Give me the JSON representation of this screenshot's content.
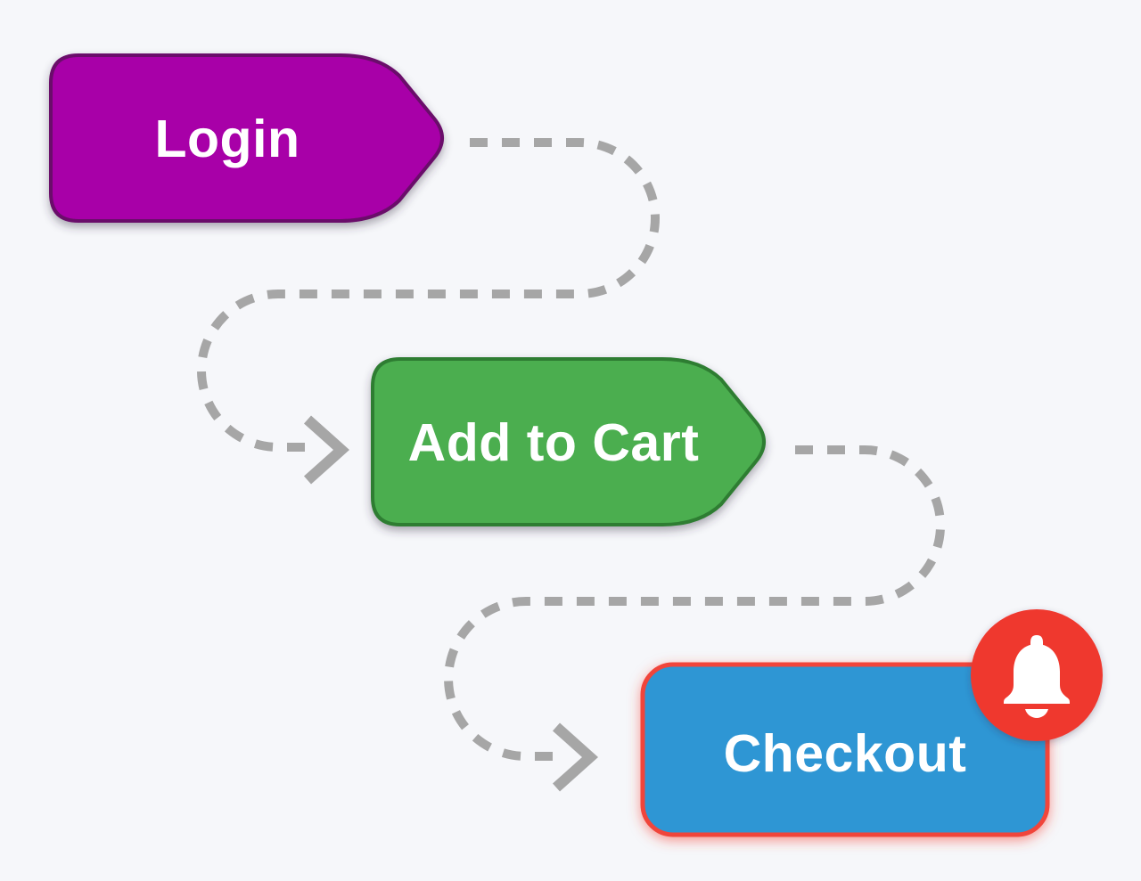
{
  "diagram": {
    "background": "#f6f7fa",
    "connector_color": "#a6a6a6",
    "text_color": "#ffffff",
    "nodes": [
      {
        "id": "login",
        "label": "Login",
        "shape": "tag-arrow-right",
        "fill": "#a800a8",
        "stroke": "#6a0b6a"
      },
      {
        "id": "add-to-cart",
        "label": "Add to Cart",
        "shape": "tag-arrow-right",
        "fill": "#4bae50",
        "stroke": "#2e7d32"
      },
      {
        "id": "checkout",
        "label": "Checkout",
        "shape": "rounded-rect",
        "fill": "#2e96d4",
        "stroke": "#f0443a",
        "badge": {
          "icon": "bell-icon",
          "fill": "#ef392f",
          "icon_color": "#ffffff"
        }
      }
    ],
    "edges": [
      {
        "from": "login",
        "to": "add-to-cart",
        "style": "dashed",
        "arrow": "right-chevron"
      },
      {
        "from": "add-to-cart",
        "to": "checkout",
        "style": "dashed",
        "arrow": "right-chevron"
      }
    ]
  }
}
